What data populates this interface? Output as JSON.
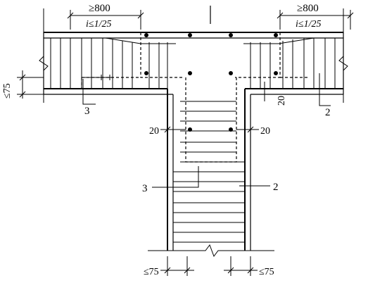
{
  "dimensions": {
    "left_top_width": "≥800",
    "left_top_slope": "i≤1/25",
    "right_top_width": "≥800",
    "right_top_slope": "i≤1/25",
    "left_side_gap": "≤75",
    "right_clearance": "20",
    "left_clearance": "20",
    "web_right_clearance": "20",
    "bottom_left_gap": "≤75",
    "bottom_right_gap": "≤75"
  },
  "callouts": {
    "left_flange_3": "3",
    "right_flange_2": "2",
    "web_left_3": "3",
    "web_right_2": "2"
  }
}
